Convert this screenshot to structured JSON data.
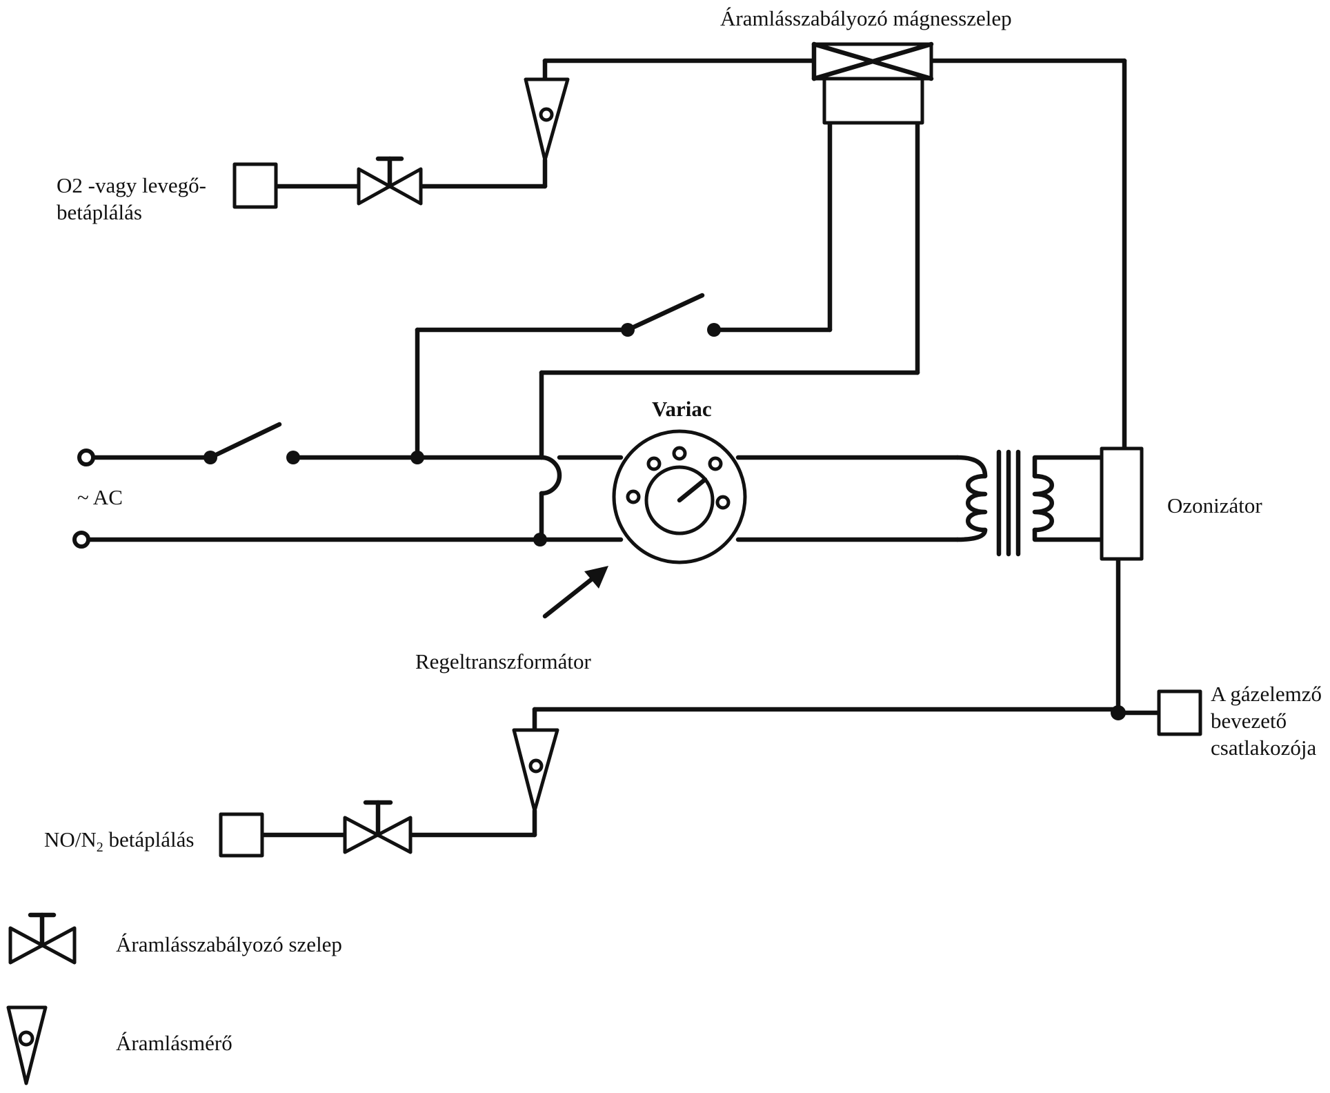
{
  "labels": {
    "solenoid_valve": "Áramlásszabályozó mágnesszelep",
    "o2_feed_line1": "O2 -vagy levegő-",
    "o2_feed_line2": "betáplálás",
    "ac": "~ AC",
    "variac": "Variac",
    "regeltransformer": "Regeltranszformátor",
    "ozonizer": "Ozonizátor",
    "analyzer_line1": "A gázelemző",
    "analyzer_line2": "bevezető",
    "analyzer_line3": "csatlakozója",
    "no_feed_prefix": "NO/N",
    "no_feed_subscript": "2",
    "no_feed_suffix": " betáplálás"
  },
  "legend": {
    "flow_valve": "Áramlásszabályozó szelep",
    "flowmeter": "Áramlásmérő"
  }
}
